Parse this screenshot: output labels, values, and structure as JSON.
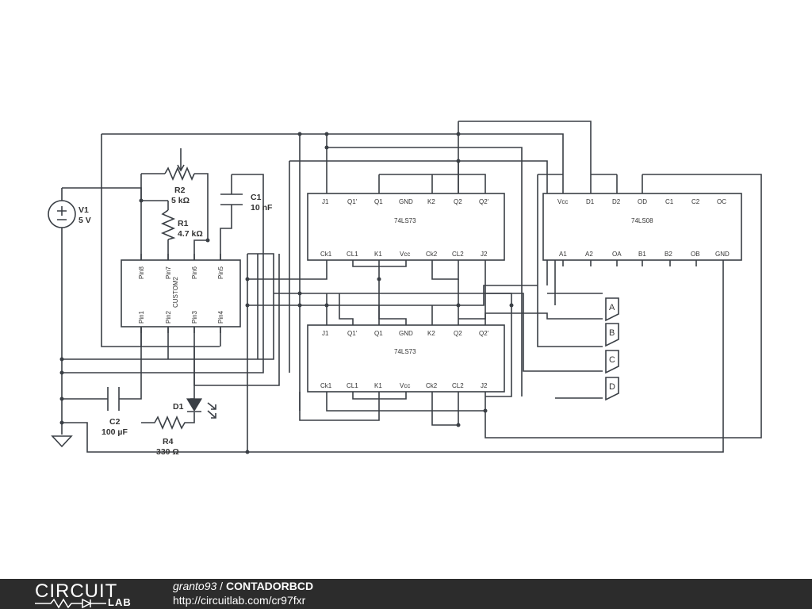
{
  "components": {
    "v1": {
      "name": "V1",
      "value": "5 V"
    },
    "r2": {
      "name": "R2",
      "value": "5 kΩ"
    },
    "r1": {
      "name": "R1",
      "value": "4.7 kΩ"
    },
    "c1": {
      "name": "C1",
      "value": "10 nF"
    },
    "c2": {
      "name": "C2",
      "value": "100 µF"
    },
    "r4": {
      "name": "R4",
      "value": "330 Ω"
    },
    "d1": {
      "name": "D1"
    }
  },
  "custom": {
    "label": "CUSTOM2",
    "top_pins": [
      "Pin8",
      "Pin7",
      "Pin6",
      "Pin5"
    ],
    "bottom_pins": [
      "Pin1",
      "Pin2",
      "Pin3",
      "Pin4"
    ]
  },
  "ff1": {
    "label": "74LS73",
    "top_pins": [
      "J1",
      "Q1'",
      "Q1",
      "GND",
      "K2",
      "Q2",
      "Q2'"
    ],
    "bottom_pins": [
      "Ck1",
      "CL1",
      "K1",
      "Vcc",
      "Ck2",
      "CL2",
      "J2"
    ]
  },
  "ff2": {
    "label": "74LS73",
    "top_pins": [
      "J1",
      "Q1'",
      "Q1",
      "GND",
      "K2",
      "Q2",
      "Q2'"
    ],
    "bottom_pins": [
      "Ck1",
      "CL1",
      "K1",
      "Vcc",
      "Ck2",
      "CL2",
      "J2"
    ]
  },
  "and_chip": {
    "label": "74LS08",
    "top_pins": [
      "Vcc",
      "D1",
      "D2",
      "OD",
      "C1",
      "C2",
      "OC"
    ],
    "bottom_pins": [
      "A1",
      "A2",
      "OA",
      "B1",
      "B2",
      "OB",
      "GND"
    ]
  },
  "outputs": [
    "A",
    "B",
    "C",
    "D"
  ],
  "footer": {
    "logo_word": "CIRCUIT",
    "logo_sub": "LAB",
    "author": "granto93",
    "separator": " / ",
    "project": "CONTADORBCD",
    "url": "http://circuitlab.com/cr97fxr"
  }
}
